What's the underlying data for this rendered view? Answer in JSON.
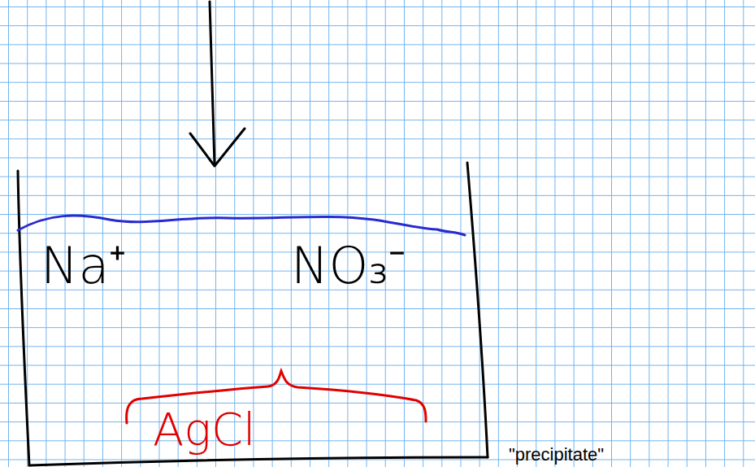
{
  "diagram": {
    "labels": [
      "Na⁺",
      "NO₃⁻",
      "AgCl",
      "\"precipitate\""
    ]
  }
}
